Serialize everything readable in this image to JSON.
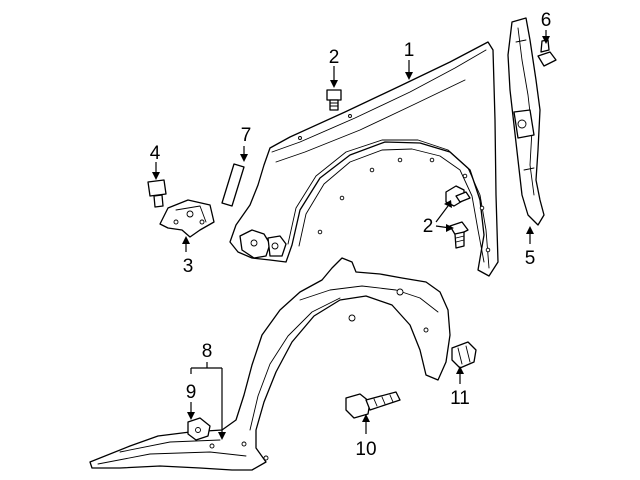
{
  "diagram": {
    "callouts": [
      {
        "id": "c1",
        "label": "1"
      },
      {
        "id": "c2a",
        "label": "2"
      },
      {
        "id": "c2b",
        "label": "2"
      },
      {
        "id": "c3",
        "label": "3"
      },
      {
        "id": "c4",
        "label": "4"
      },
      {
        "id": "c5",
        "label": "5"
      },
      {
        "id": "c6",
        "label": "6"
      },
      {
        "id": "c7",
        "label": "7"
      },
      {
        "id": "c8",
        "label": "8"
      },
      {
        "id": "c9",
        "label": "9"
      },
      {
        "id": "c10",
        "label": "10"
      },
      {
        "id": "c11",
        "label": "11"
      }
    ],
    "colors": {
      "line": "#000000",
      "background": "#ffffff"
    }
  }
}
